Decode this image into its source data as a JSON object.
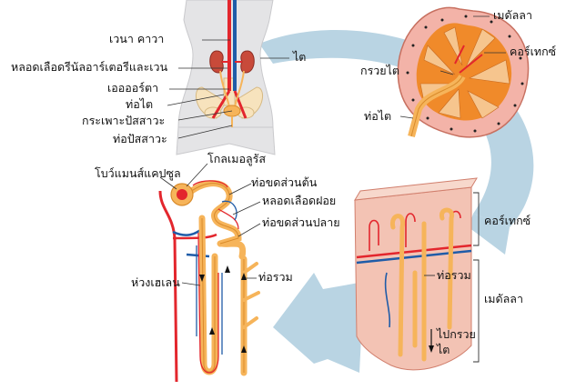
{
  "body_labels": {
    "vena_cava": "เวนา คาวา",
    "renal_vessels": "หลอดเลือดรีนัลอาร์เตอรีและเวน",
    "aorta": "เออออร์ตา",
    "ureter": "ท่อไต",
    "bladder": "กระเพาะปัสสาวะ",
    "urethra": "ท่อปัสสาวะ",
    "kidney": "ไต"
  },
  "kidney_labels": {
    "medulla": "เมดัลลา",
    "cortex": "คอร์เทกซ์",
    "pelvis": "กรวยไต",
    "ureter": "ท่อไต"
  },
  "nephron_labels": {
    "glomerulus": "โกลเมอลูรัส",
    "bowman_capsule": "โบว์แมนส์แคปซูล",
    "proximal_tubule": "ท่อขดส่วนต้น",
    "capillaries": "หลอดเลือดฝอย",
    "distal_tubule": "ท่อขดส่วนปลาย",
    "loop_of_henle": "ห่วงเฮเลน",
    "collecting_duct": "ท่อรวม"
  },
  "section_labels": {
    "cortex": "คอร์เทกซ์",
    "collecting_duct": "ท่อรวม",
    "medulla": "เมดัลลา",
    "to_pelvis_line1": "ไปกรวย",
    "to_pelvis_line2": "ไต"
  },
  "colors": {
    "artery": "#e3262d",
    "vein": "#1f5ca8",
    "tubule": "#f6b45a",
    "tubule_stroke": "#d98b2b",
    "kidney_cortex": "#f3b3a8",
    "medulla": "#f08a2a",
    "arrow": "#b9d4e3"
  }
}
